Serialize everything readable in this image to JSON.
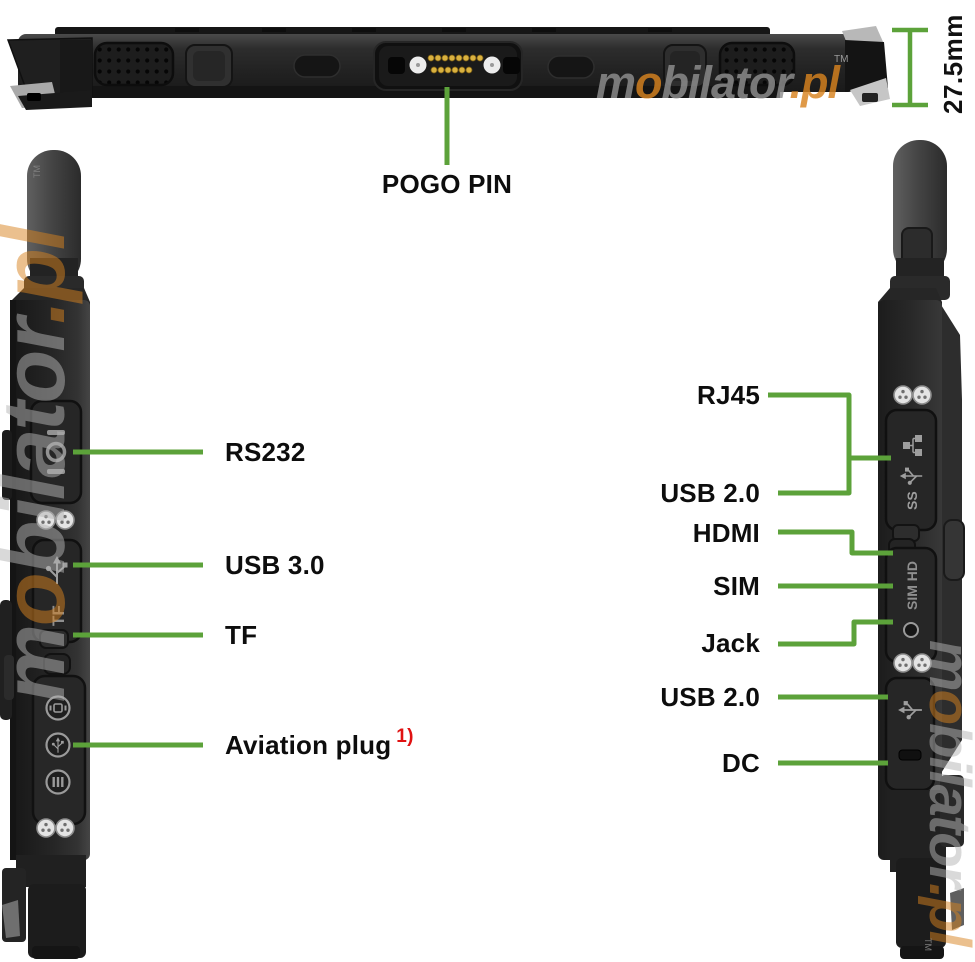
{
  "watermark": {
    "m": "m",
    "o": "o",
    "bilator": "bilator",
    "pl": ".pl",
    "tm": "TM"
  },
  "dimension": {
    "thickness": "27.5mm"
  },
  "top_edge_view": {
    "callout": "POGO PIN"
  },
  "left_edge_view": {
    "callouts": [
      {
        "label": "RS232"
      },
      {
        "label": "USB 3.0"
      },
      {
        "label": "TF"
      },
      {
        "label": "Aviation plug",
        "footnote": "1)"
      }
    ],
    "engravings": {
      "tf_port": "TF"
    }
  },
  "right_edge_view": {
    "callouts": [
      {
        "label": "RJ45"
      },
      {
        "label": "USB 2.0"
      },
      {
        "label": "HDMI"
      },
      {
        "label": "SIM"
      },
      {
        "label": "Jack"
      },
      {
        "label": "USB 2.0"
      },
      {
        "label": "DC"
      }
    ],
    "engravings": {
      "usb3_port": "SS",
      "sim_hdmi_port": "SIM HD"
    }
  },
  "colors": {
    "callout_green": "#5ca23a",
    "watermark_gray": "#909090",
    "watermark_orange": "#d8831f",
    "footnote_red": "#e01212",
    "label_black": "#0d0d0d"
  }
}
